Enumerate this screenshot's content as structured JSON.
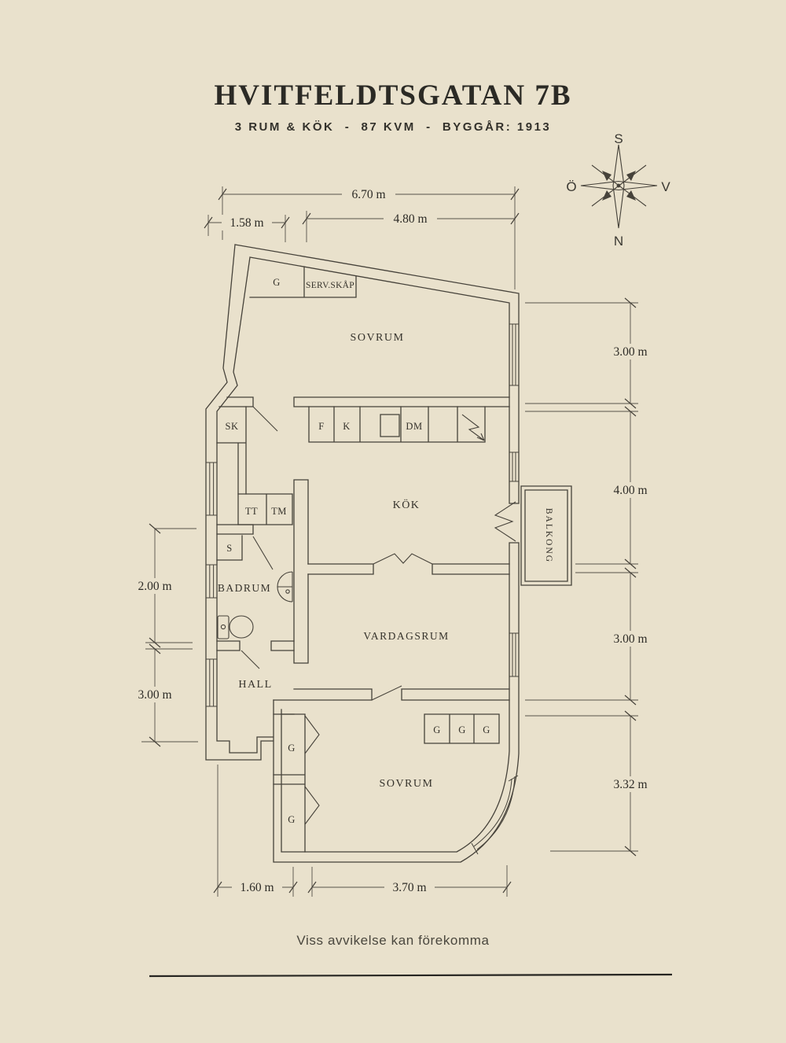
{
  "header": {
    "title": "HVITFELDTSGATAN 7B",
    "subtitle": "3 RUM & KÖK  -  87 KVM  -  BYGGÅR: 1913"
  },
  "compass": {
    "south": "S",
    "east": "Ö",
    "west": "V",
    "north": "N"
  },
  "rooms": {
    "bedroom_top": "SOVRUM",
    "kitchen": "KÖK",
    "bathroom": "BADRUM",
    "living_room": "VARDAGSRUM",
    "hall": "HALL",
    "bedroom_bottom": "SOVRUM",
    "balcony": "BALKONG"
  },
  "labels": {
    "wardrobe": "G",
    "serving_cabinet": "SERV.SKÅP",
    "cleaning_closet": "SK",
    "linen_closet": "S",
    "dryer": "TT",
    "washer": "TM",
    "fridge": "F",
    "freezer": "K",
    "dishwasher": "DM"
  },
  "dimensions": {
    "top_total": "6.70 m",
    "top_left": "1.58 m",
    "top_right": "4.80 m",
    "right_top": "3.00 m",
    "right_mid": "4.00 m",
    "right_lower": "3.00 m",
    "right_bottom": "3.32 m",
    "left_upper": "2.00 m",
    "left_lower": "3.00 m",
    "bottom_left": "1.60 m",
    "bottom_right": "3.70 m"
  },
  "footer": {
    "disclaimer": "Viss avvikelse kan förekomma"
  },
  "colors": {
    "background": "#e9e1cc",
    "line": "#46423a",
    "text": "#2d2b26"
  }
}
